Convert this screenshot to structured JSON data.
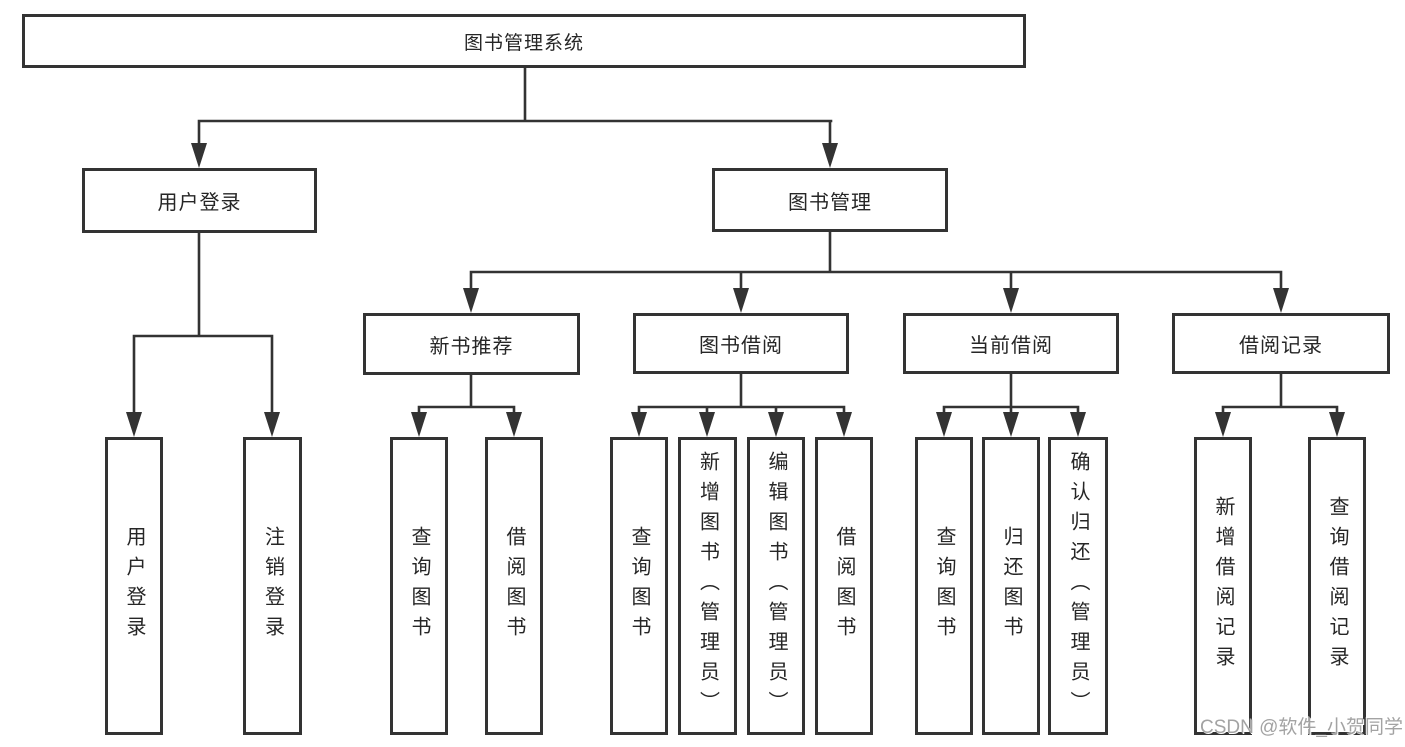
{
  "colors": {
    "line": "#333333",
    "box_border": "#333333",
    "text": "#262626",
    "watermark": "#a3a3a3",
    "background": "#ffffff"
  },
  "diagram": {
    "root": {
      "label": "图书管理系统"
    },
    "branches": [
      {
        "label": "用户登录",
        "leaves": [
          {
            "label": "用户登录"
          },
          {
            "label": "注销登录"
          }
        ]
      },
      {
        "label": "图书管理",
        "groups": [
          {
            "label": "新书推荐",
            "leaves": [
              {
                "label": "查询图书"
              },
              {
                "label": "借阅图书"
              }
            ]
          },
          {
            "label": "图书借阅",
            "leaves": [
              {
                "label": "查询图书"
              },
              {
                "label": "新增图书（管理员）"
              },
              {
                "label": "编辑图书（管理员）"
              },
              {
                "label": "借阅图书"
              }
            ]
          },
          {
            "label": "当前借阅",
            "leaves": [
              {
                "label": "查询图书"
              },
              {
                "label": "归还图书"
              },
              {
                "label": "确认归还（管理员）"
              }
            ]
          },
          {
            "label": "借阅记录",
            "leaves": [
              {
                "label": "新增借阅记录"
              },
              {
                "label": "查询借阅记录"
              }
            ]
          }
        ]
      }
    ],
    "watermark": "CSDN @软件_小贺同学"
  }
}
